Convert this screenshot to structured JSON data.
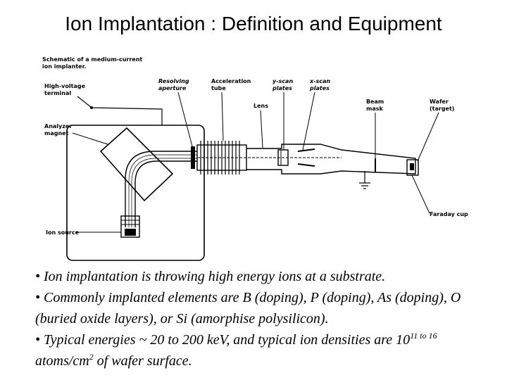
{
  "title": "Ion Implantation : Definition and Equipment",
  "diagram": {
    "caption_line1": "Schematic of a medium-current",
    "caption_line2": "ion implanter.",
    "labels": {
      "hv_line1": "High-voltage",
      "hv_line2": "terminal",
      "magnet_line1": "Analyzer",
      "magnet_line2": "magnet",
      "ion_source": "Ion source",
      "aperture_line1": "Resolving",
      "aperture_line2": "aperture",
      "accel_line1": "Acceleration",
      "accel_line2": "tube",
      "lens": "Lens",
      "yscan_line1": "y-scan",
      "yscan_line2": "plates",
      "xscan_line1": "x-scan",
      "xscan_line2": "plates",
      "beam_line1": "Beam",
      "beam_line2": "mask",
      "wafer_line1": "Wafer",
      "wafer_line2": "(target)",
      "faraday": "Faraday cup"
    }
  },
  "bullets": {
    "b1": "• Ion implantation is throwing high energy ions at a substrate.",
    "b2": "• Commonly implanted elements are B (doping), P (doping), As (doping), O (buried oxide layers), or Si (amorphise polysilicon).",
    "b3_prefix": "• Typical energies ~ 20 to 200 keV, and typical ion densities are 10",
    "b3_exp": "11 to 16",
    "b3_mid": " atoms/cm",
    "b3_exp2": "2",
    "b3_suffix": " of wafer surface."
  }
}
